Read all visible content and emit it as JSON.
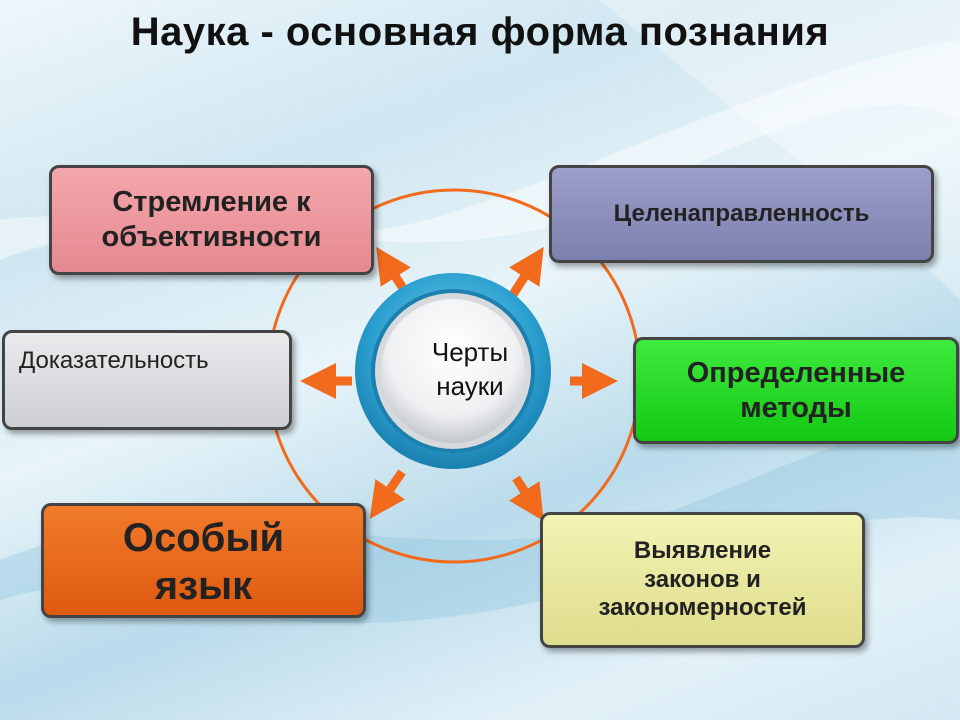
{
  "title": "Наука  - основная форма познания",
  "center": "Черты\nнауки",
  "boxes": {
    "objectivity": "Стремление к\nобъективности",
    "purposefulness": "Целенаправленность",
    "provability": "Доказательность",
    "methods": "Определенные\nметоды",
    "language": "Особый\nязык",
    "laws": "Выявление\nзаконов и\nзакономерностей"
  },
  "colors": {
    "arrow": "#f26b1d",
    "ring": "#f26b1d",
    "objectivity": "#ec959b",
    "purposefulness": "#8b8ebc",
    "provability": "#dadcdf",
    "methods": "#22d822",
    "language": "#e8661c",
    "laws": "#eaea9e"
  }
}
